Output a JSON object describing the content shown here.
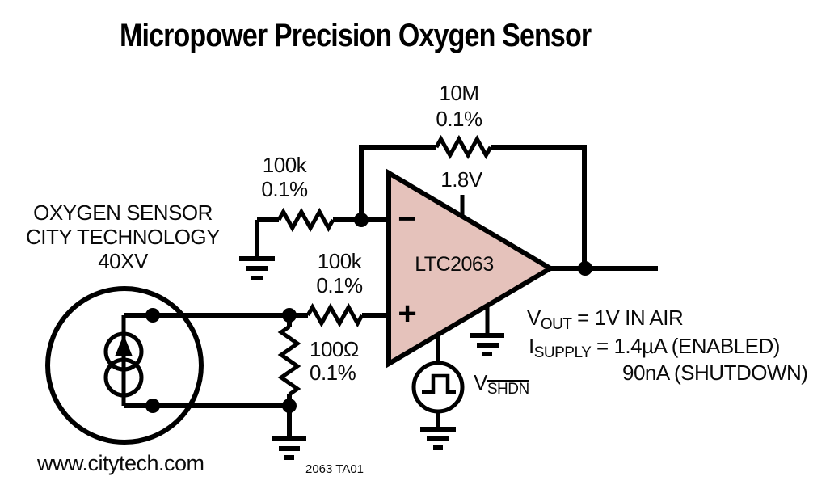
{
  "title": "Micropower Precision Oxygen Sensor",
  "colors": {
    "opamp_fill": "#e5c2bb",
    "wire": "#000000"
  },
  "components": {
    "feedback_resistor": {
      "value": "10M",
      "tolerance": "0.1%"
    },
    "inverting_resistor": {
      "value": "100k",
      "tolerance": "0.1%"
    },
    "noninverting_resistor": {
      "value": "100k",
      "tolerance": "0.1%"
    },
    "shunt_resistor": {
      "value": "100Ω",
      "tolerance": "0.1%"
    },
    "opamp": {
      "part": "LTC2063",
      "supply": "1.8V",
      "minus": "−",
      "plus": "+"
    },
    "sensor": {
      "line1": "OXYGEN SENSOR",
      "line2": "CITY TECHNOLOGY",
      "line3": "40XV"
    },
    "shdn_source": {
      "prefix": "V",
      "sub": "SHDN"
    }
  },
  "annotations": {
    "vout": {
      "prefix": "V",
      "sub": "OUT",
      "rest": " = 1V IN AIR"
    },
    "isupply": {
      "prefix": "I",
      "sub": "SUPPLY",
      "rest": " = 1.4µA (ENABLED)"
    },
    "isupply_shutdown": "90nA (SHUTDOWN)",
    "website": "www.citytech.com",
    "figure_id": "2063 TA01"
  }
}
